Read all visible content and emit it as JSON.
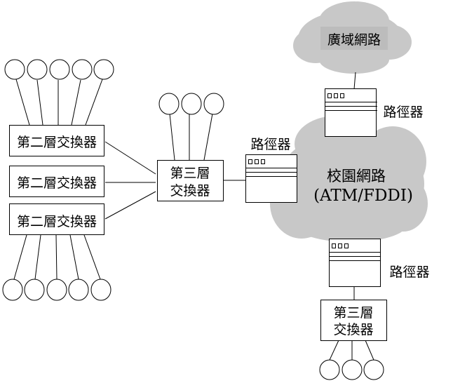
{
  "wan_cloud": {
    "label": "廣域網路"
  },
  "campus_cloud": {
    "label_line1": "校園網路",
    "label_line2": "(ATM/FDDI)"
  },
  "layer2_switches": [
    {
      "label": "第二層交換器"
    },
    {
      "label": "第二層交換器"
    },
    {
      "label": "第二層交換器"
    }
  ],
  "layer3_switch_main": {
    "label_line1": "第三層",
    "label_line2": "交換器"
  },
  "layer3_switch_remote": {
    "label_line1": "第三層",
    "label_line2": "交換器"
  },
  "routers": [
    {
      "label": "路徑器"
    },
    {
      "label": "路徑器"
    },
    {
      "label": "路徑器"
    }
  ],
  "colors": {
    "cloud": "#c8c8c8",
    "wan_label_bg": "#bcbcbc"
  }
}
